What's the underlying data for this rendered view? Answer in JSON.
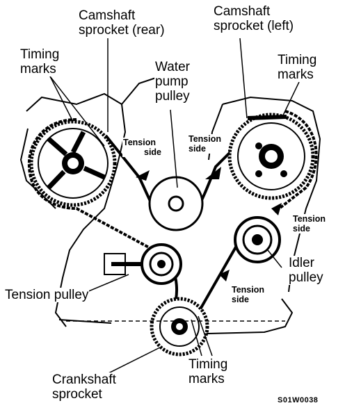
{
  "labels": {
    "camshaft_rear": [
      "Camshaft",
      "sprocket (rear)"
    ],
    "camshaft_left": [
      "Camshaft",
      "sprocket (left)"
    ],
    "timing_marks_left": [
      "Timing",
      "marks"
    ],
    "timing_marks_right": [
      "Timing",
      "marks"
    ],
    "water_pump_pulley": [
      "Water",
      "pump",
      "pulley"
    ],
    "tension_side_a": [
      "Tension",
      "side"
    ],
    "tension_side_b": [
      "Tension",
      "side"
    ],
    "tension_side_c": [
      "Tension",
      "side"
    ],
    "tension_side_d": [
      "Tension",
      "side"
    ],
    "idler_pulley": [
      "Idler",
      "pulley"
    ],
    "tension_pulley": "Tension pulley",
    "timing_marks_bottom": [
      "Timing",
      "marks"
    ],
    "crankshaft_sprocket": [
      "Crankshaft",
      "sprocket"
    ],
    "figure_code": "S01W0038"
  },
  "colors": {
    "ink": "#000000",
    "paper": "#ffffff"
  }
}
